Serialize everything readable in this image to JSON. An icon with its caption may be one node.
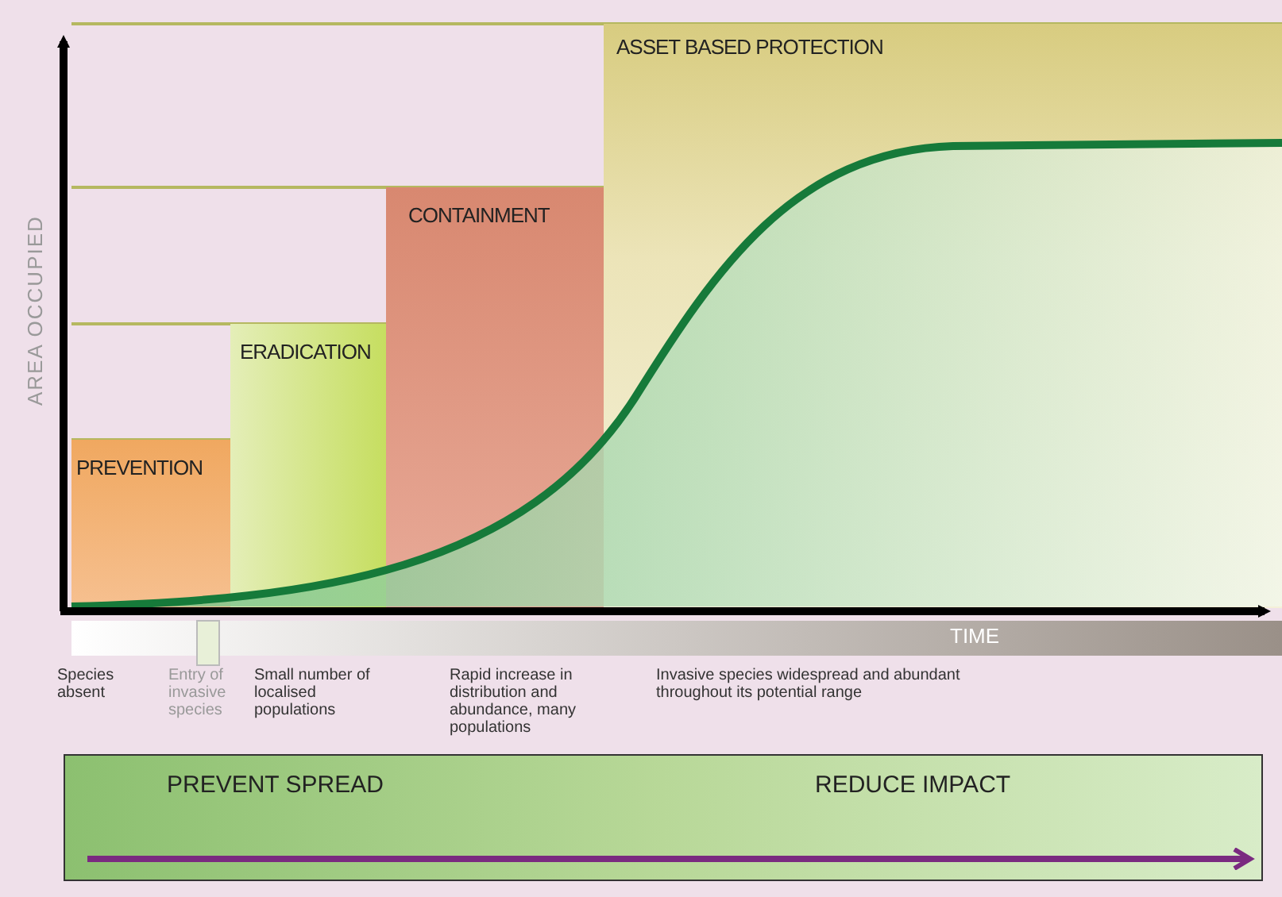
{
  "diagram": {
    "nodes": [
      {
        "text": [
          "PREVENTION"
        ]
      },
      {
        "text": [
          "ERADICATION"
        ]
      },
      {
        "text": [
          "CONTAINMENT"
        ]
      },
      {
        "text": [
          "ASSET BASED PROTECTION"
        ]
      },
      {
        "text": [
          "PREVENT SPREAD",
          "REDUCE IMPACT"
        ]
      }
    ],
    "labels": [
      "AREA OCCUPIED",
      "TIME",
      "Species absent",
      "Entry of invasive species",
      "Small number of localised populations",
      "Rapid increase in distribution and abundance, many populations",
      "Invasive species widespread and abundant throughout its potential range"
    ]
  }
}
